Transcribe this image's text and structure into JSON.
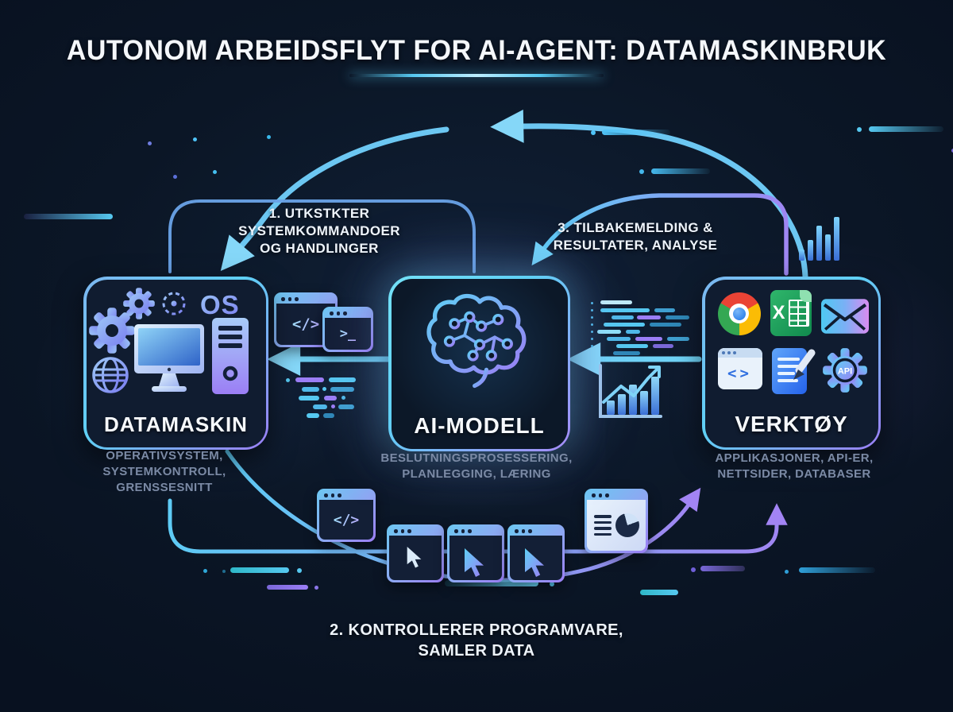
{
  "title": "AUTONOM ARBEIDSFLYT FOR AI-AGENT: DATAMASKINBRUK",
  "nodes": {
    "computer": {
      "label": "DATAMASKIN",
      "os_badge": "OS",
      "sublabel_lines": [
        "OPERATIVSYSTEM,",
        "SYSTEMKONTROLL,",
        "GRENSSESNITT"
      ],
      "icons": [
        "gear-icon",
        "gear-small-icon",
        "gear-dashed-icon",
        "os-badge",
        "globe-icon",
        "desktop-monitor-icon",
        "pc-tower-icon"
      ]
    },
    "ai_model": {
      "label": "AI-MODELL",
      "sublabel_lines": [
        "BESLUTNINGSPROSESSERING,",
        "PLANLEGGING, LÆRING"
      ],
      "icons": [
        "brain-circuit-icon"
      ]
    },
    "tools": {
      "label": "VERKTØY",
      "api_badge": "API",
      "spreadsheet_letter": "X",
      "sublabel_lines": [
        "APPLIKASJONER, API-ER,",
        "NETTSIDER, DATABASER"
      ],
      "icons": [
        "chrome-browser-icon",
        "spreadsheet-icon",
        "mail-icon",
        "code-window-icon",
        "document-edit-icon",
        "api-gear-icon"
      ]
    }
  },
  "flow_labels": {
    "step1_lines": [
      "1. UTKSTKTER",
      "SYSTEMKOMMANDOER",
      "OG HANDLINGER"
    ],
    "step2_lines": [
      "2. KONTROLLERER PROGRAMVARE,",
      "SAMLER DATA"
    ],
    "step3_lines": [
      "3. TILBAKEMELDING &",
      "RESULTATER, ANALYSE"
    ]
  },
  "glyphs": {
    "code_window": "</>",
    "terminal": ">_",
    "code_brackets": "<>"
  },
  "colors": {
    "background": "#0B1626",
    "cyan_accent": "#5FD0F5",
    "blue_accent": "#6AA3E8",
    "purple_accent": "#9B7EF5",
    "text_primary": "#F4F7FB",
    "text_muted": "#7B8AA5"
  }
}
